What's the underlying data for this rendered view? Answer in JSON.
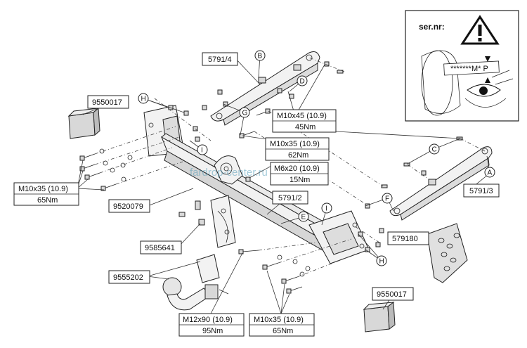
{
  "watermark": "fardrop-center.ru",
  "serial_panel": {
    "title": "ser.nr:",
    "plate_text": "*******M* P",
    "warning_icon": "warning-triangle-icon",
    "eye_icon": "eye-icon"
  },
  "parts": {
    "arm_left": "5791/4",
    "arm_right": "5791/3",
    "plate": "5791/2",
    "pad_top": "9550017",
    "pad_bottom": "9550017",
    "crossbar": "9520079",
    "bolt_kit": "9585641",
    "ball": "9555202",
    "socket_plate": "579180"
  },
  "torques": {
    "top_m10x45": {
      "bolt": "M10x45 (10.9)",
      "torque": "45Nm"
    },
    "mid_m10x35": {
      "bolt": "M10x35 (10.9)",
      "torque": "62Nm"
    },
    "mid_m6x20": {
      "bolt": "M6x20 (10.9)",
      "torque": "15Nm"
    },
    "left_m10x35": {
      "bolt": "M10x35 (10.9)",
      "torque": "65Nm"
    },
    "bottom_m12x90": {
      "bolt": "M12x90 (10.9)",
      "torque": "95Nm"
    },
    "bottom_m10x35": {
      "bolt": "M10x35 (10.9)",
      "torque": "65Nm"
    }
  },
  "markers": {
    "a": "A",
    "b": "B",
    "c": "C",
    "d": "D",
    "e": "E",
    "f": "F",
    "g": "G",
    "h_left": "H",
    "h_right": "H",
    "i_left": "I",
    "i_right": "I"
  }
}
